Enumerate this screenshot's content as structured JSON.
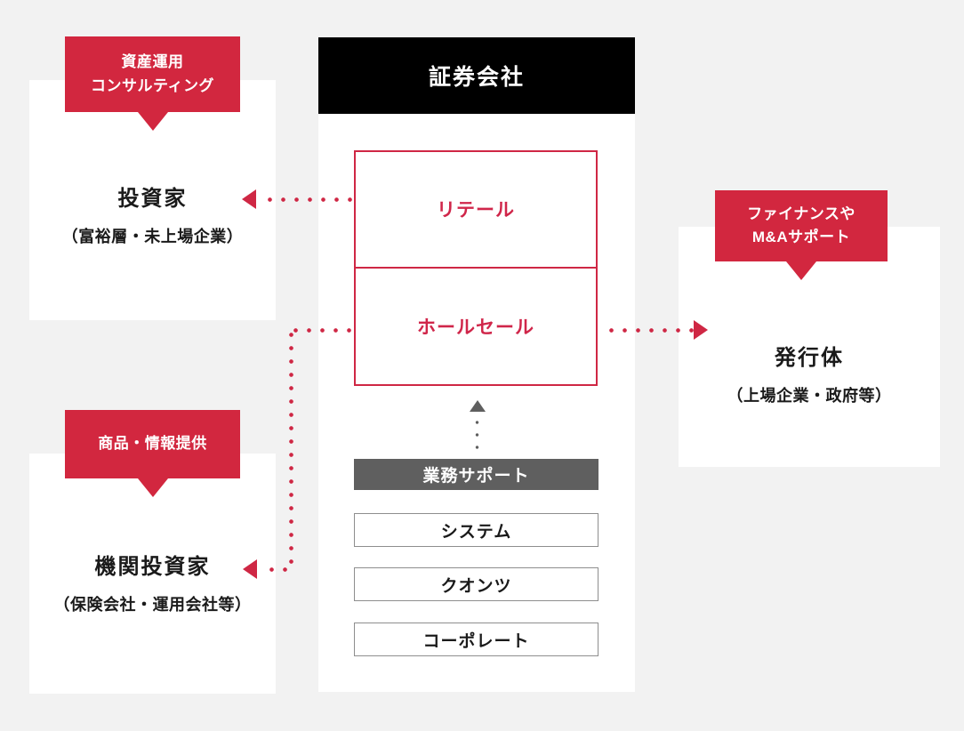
{
  "diagram": {
    "background_color": "#f2f2f2",
    "accent_color": "#d2273f",
    "center_panel": {
      "header_label": "証券会社",
      "header_bg": "#000000",
      "divisions": [
        {
          "label": "リテール",
          "color": "#d0264a"
        },
        {
          "label": "ホールセール",
          "color": "#d0264a"
        }
      ],
      "support": {
        "main_label": "業務サポート",
        "main_bg": "#5f5f5f",
        "items": [
          {
            "label": "システム"
          },
          {
            "label": "クオンツ"
          },
          {
            "label": "コーポレート"
          }
        ]
      }
    },
    "entities": [
      {
        "key": "investor",
        "title": "投資家",
        "subtitle": "（富裕層・未上場企業）",
        "callout": "資産運用\nコンサルティング",
        "callout_line1": "資産運用",
        "callout_line2": "コンサルティング"
      },
      {
        "key": "institutional",
        "title": "機関投資家",
        "subtitle": "（保険会社・運用会社等）",
        "callout_line1": "商品・情報提供",
        "callout_line2": ""
      },
      {
        "key": "issuer",
        "title": "発行体",
        "subtitle": "（上場企業・政府等）",
        "callout_line1": "ファイナンスや",
        "callout_line2": "M&Aサポート"
      }
    ],
    "connectors": [
      {
        "from": "リテール",
        "to": "投資家",
        "style": "dotted",
        "direction": "left",
        "color": "#cf2744"
      },
      {
        "from": "ホールセール",
        "to": "発行体",
        "style": "dotted",
        "direction": "right",
        "color": "#cf2744"
      },
      {
        "from": "ホールセール",
        "to": "機関投資家",
        "style": "dotted",
        "direction": "left",
        "color": "#cf2744"
      },
      {
        "from": "業務サポート",
        "to": "ホールセール",
        "style": "dotted",
        "direction": "up",
        "color": "#5f5f5f"
      }
    ]
  }
}
